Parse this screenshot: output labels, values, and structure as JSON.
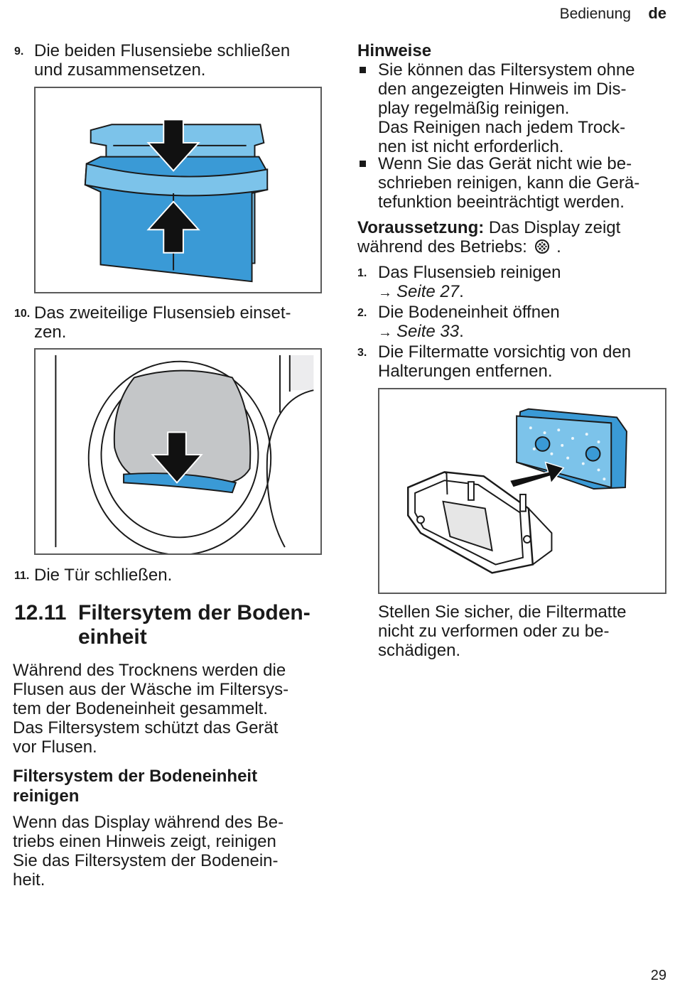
{
  "header": {
    "section": "Bedienung",
    "lang": "de"
  },
  "page_number": "29",
  "left": {
    "step9": {
      "num": "9.",
      "line1": "Die beiden Flusensiebe schließen",
      "line2": "und zusammensetzen."
    },
    "step10": {
      "num": "10.",
      "line1": "Das zweiteilige Flusensieb einset-",
      "line2": "zen."
    },
    "step11": {
      "num": "11.",
      "line1": "Die Tür schließen."
    },
    "section": {
      "number": "12.11",
      "title_line1": "Filtersytem der Boden-",
      "title_line2": "einheit"
    },
    "intro": [
      "Während des Trocknens werden die",
      "Flusen aus der Wäsche im Filtersys-",
      "tem der Bodeneinheit gesammelt.",
      "Das Filtersystem schützt das Gerät",
      "vor Flusen."
    ],
    "subheading": {
      "line1": "Filtersystem der Bodeneinheit",
      "line2": "reinigen"
    },
    "sub_text": [
      "Wenn das Display während des Be-",
      "triebs einen Hinweis zeigt, reinigen",
      "Sie das Filtersystem der Bodenein-",
      "heit."
    ]
  },
  "right": {
    "notes_title": "Hinweise",
    "note1": [
      "Sie können das Filtersystem ohne",
      "den angezeigten Hinweis im Dis-",
      "play regelmäßig reinigen.",
      "Das Reinigen nach jedem Trock-",
      "nen ist nicht erforderlich."
    ],
    "note2": [
      "Wenn Sie das Gerät nicht wie be-",
      "schrieben reinigen, kann die Gerä-",
      "tefunktion beeinträchtigt werden."
    ],
    "prereq": {
      "label": "Voraussetzung:",
      "line1": "Das Display zeigt",
      "line2": "während des Betriebs:",
      "line2_end": "."
    },
    "step1": {
      "num": "1.",
      "text": "Das Flusensieb reinigen",
      "ref_arrow": "→",
      "ref": "Seite 27",
      "ref_end": "."
    },
    "step2": {
      "num": "2.",
      "text": "Die Bodeneinheit öffnen",
      "ref_arrow": "→",
      "ref": "Seite 33",
      "ref_end": "."
    },
    "step3": {
      "num": "3.",
      "line1": "Die Filtermatte vorsichtig von den",
      "line2": "Halterungen entfernen."
    },
    "result": [
      "Stellen Sie sicher, die Filtermatte",
      "nicht zu verformen oder zu be-",
      "schädigen."
    ]
  },
  "colors": {
    "filter_blue": "#3a9ad6",
    "filter_light": "#7cc3ea",
    "lint_gray": "#c4c6c8"
  },
  "icons": [
    "filter-display-icon",
    "arrow-down-icon",
    "arrow-up-icon",
    "arrow-right-icon"
  ]
}
